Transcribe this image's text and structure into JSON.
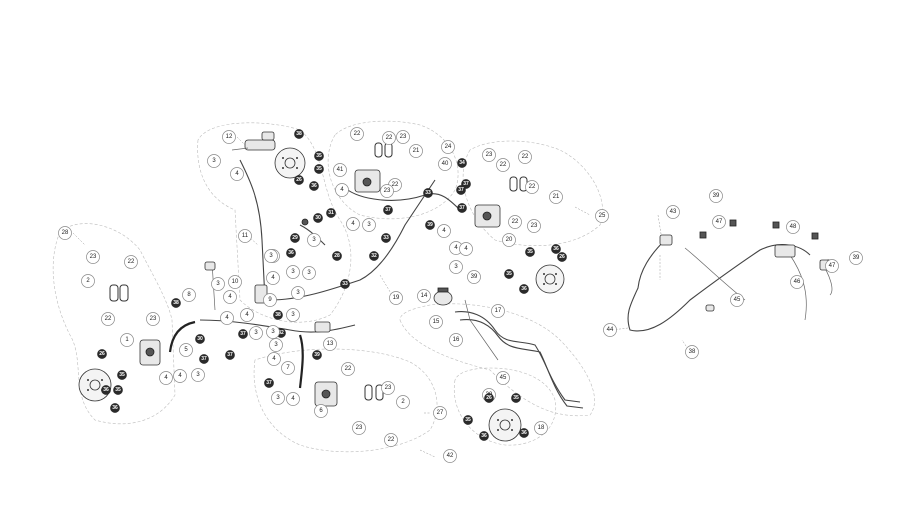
{
  "callouts": [
    {
      "label": "12",
      "dark": false
    },
    {
      "label": "38",
      "dark": true
    },
    {
      "label": "3",
      "dark": false
    },
    {
      "label": "4",
      "dark": false
    },
    {
      "label": "26",
      "dark": true
    },
    {
      "label": "35",
      "dark": true
    },
    {
      "label": "36",
      "dark": true
    },
    {
      "label": "35",
      "dark": true
    },
    {
      "label": "22",
      "dark": false
    },
    {
      "label": "23",
      "dark": false
    },
    {
      "label": "22",
      "dark": false
    },
    {
      "label": "21",
      "dark": false
    },
    {
      "label": "24",
      "dark": false
    },
    {
      "label": "40",
      "dark": false
    },
    {
      "label": "34",
      "dark": true
    },
    {
      "label": "41",
      "dark": false
    },
    {
      "label": "37",
      "dark": true
    },
    {
      "label": "22",
      "dark": false
    },
    {
      "label": "23",
      "dark": false
    },
    {
      "label": "4",
      "dark": false
    },
    {
      "label": "33",
      "dark": true
    },
    {
      "label": "37",
      "dark": true
    },
    {
      "label": "31",
      "dark": true
    },
    {
      "label": "30",
      "dark": true
    },
    {
      "label": "37",
      "dark": true
    },
    {
      "label": "3",
      "dark": false
    },
    {
      "label": "4",
      "dark": false
    },
    {
      "label": "4",
      "dark": false
    },
    {
      "label": "23",
      "dark": false
    },
    {
      "label": "22",
      "dark": false
    },
    {
      "label": "22",
      "dark": false
    },
    {
      "label": "21",
      "dark": false
    },
    {
      "label": "22",
      "dark": false
    },
    {
      "label": "25",
      "dark": false
    },
    {
      "label": "37",
      "dark": true
    },
    {
      "label": "39",
      "dark": true
    },
    {
      "label": "22",
      "dark": false
    },
    {
      "label": "23",
      "dark": false
    },
    {
      "label": "20",
      "dark": false
    },
    {
      "label": "4",
      "dark": false
    },
    {
      "label": "28",
      "dark": false
    },
    {
      "label": "11",
      "dark": false
    },
    {
      "label": "29",
      "dark": true
    },
    {
      "label": "3",
      "dark": false
    },
    {
      "label": "36",
      "dark": true
    },
    {
      "label": "3",
      "dark": false
    },
    {
      "label": "28",
      "dark": true
    },
    {
      "label": "32",
      "dark": true
    },
    {
      "label": "33",
      "dark": true
    },
    {
      "label": "3",
      "dark": false
    },
    {
      "label": "4",
      "dark": false
    },
    {
      "label": "35",
      "dark": true
    },
    {
      "label": "36",
      "dark": true
    },
    {
      "label": "39",
      "dark": false
    },
    {
      "label": "35",
      "dark": true
    },
    {
      "label": "36",
      "dark": true
    },
    {
      "label": "26",
      "dark": true
    },
    {
      "label": "23",
      "dark": false
    },
    {
      "label": "22",
      "dark": false
    },
    {
      "label": "2",
      "dark": false
    },
    {
      "label": "22",
      "dark": false
    },
    {
      "label": "23",
      "dark": false
    },
    {
      "label": "8",
      "dark": false
    },
    {
      "label": "38",
      "dark": true
    },
    {
      "label": "3",
      "dark": false
    },
    {
      "label": "10",
      "dark": false
    },
    {
      "label": "3",
      "dark": false
    },
    {
      "label": "4",
      "dark": false
    },
    {
      "label": "3",
      "dark": false
    },
    {
      "label": "3",
      "dark": false
    },
    {
      "label": "33",
      "dark": true
    },
    {
      "label": "4",
      "dark": false
    },
    {
      "label": "9",
      "dark": false
    },
    {
      "label": "38",
      "dark": true
    },
    {
      "label": "3",
      "dark": false
    },
    {
      "label": "4",
      "dark": false
    },
    {
      "label": "32",
      "dark": true
    },
    {
      "label": "3",
      "dark": false
    },
    {
      "label": "19",
      "dark": false
    },
    {
      "label": "14",
      "dark": false
    },
    {
      "label": "17",
      "dark": false
    },
    {
      "label": "15",
      "dark": false
    },
    {
      "label": "16",
      "dark": false
    },
    {
      "label": "1",
      "dark": false
    },
    {
      "label": "5",
      "dark": false
    },
    {
      "label": "30",
      "dark": true
    },
    {
      "label": "37",
      "dark": true
    },
    {
      "label": "37",
      "dark": true
    },
    {
      "label": "4",
      "dark": false
    },
    {
      "label": "3",
      "dark": false
    },
    {
      "label": "4",
      "dark": false
    },
    {
      "label": "4",
      "dark": false
    },
    {
      "label": "3",
      "dark": false
    },
    {
      "label": "3",
      "dark": false
    },
    {
      "label": "4",
      "dark": false
    },
    {
      "label": "3",
      "dark": false
    },
    {
      "label": "13",
      "dark": false
    },
    {
      "label": "39",
      "dark": true
    },
    {
      "label": "26",
      "dark": true
    },
    {
      "label": "35",
      "dark": true
    },
    {
      "label": "36",
      "dark": true
    },
    {
      "label": "35",
      "dark": true
    },
    {
      "label": "36",
      "dark": true
    },
    {
      "label": "37",
      "dark": true
    },
    {
      "label": "7",
      "dark": false
    },
    {
      "label": "37",
      "dark": true
    },
    {
      "label": "3",
      "dark": false
    },
    {
      "label": "4",
      "dark": false
    },
    {
      "label": "6",
      "dark": false
    },
    {
      "label": "22",
      "dark": false
    },
    {
      "label": "23",
      "dark": false
    },
    {
      "label": "2",
      "dark": false
    },
    {
      "label": "27",
      "dark": false
    },
    {
      "label": "23",
      "dark": false
    },
    {
      "label": "22",
      "dark": false
    },
    {
      "label": "42",
      "dark": false
    },
    {
      "label": "45",
      "dark": false
    },
    {
      "label": "39",
      "dark": false
    },
    {
      "label": "35",
      "dark": true
    },
    {
      "label": "26",
      "dark": true
    },
    {
      "label": "36",
      "dark": true
    },
    {
      "label": "35",
      "dark": true
    },
    {
      "label": "36",
      "dark": true
    },
    {
      "label": "18",
      "dark": false
    },
    {
      "label": "43",
      "dark": false
    },
    {
      "label": "39",
      "dark": false
    },
    {
      "label": "47",
      "dark": false
    },
    {
      "label": "48",
      "dark": false
    },
    {
      "label": "47",
      "dark": false
    },
    {
      "label": "39",
      "dark": false
    },
    {
      "label": "46",
      "dark": false
    },
    {
      "label": "45",
      "dark": false
    },
    {
      "label": "44",
      "dark": false
    },
    {
      "label": "38",
      "dark": false
    }
  ]
}
